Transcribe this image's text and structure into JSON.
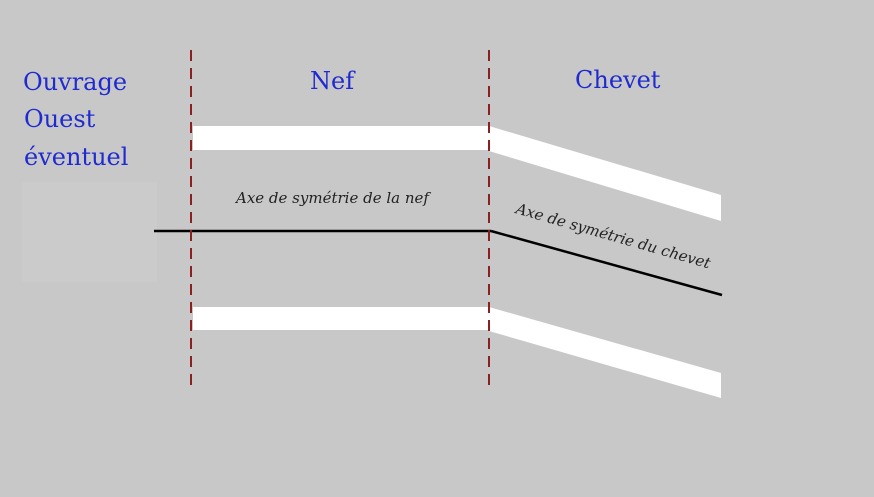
{
  "labels": {
    "west_line1": "Ouvrage",
    "west_line2": "Ouest",
    "west_line3": "éventuel",
    "nave": "Nef",
    "chevet": "Chevet",
    "nave_axis": "Axe de symétrie de la nef",
    "chevet_axis": "Axe de symétrie du chevet"
  },
  "colors": {
    "background": "#c8c8c8",
    "label_text": "#1f2bd0",
    "divider": "#8b2020",
    "wall": "#ffffff",
    "axis_line": "#000000"
  }
}
